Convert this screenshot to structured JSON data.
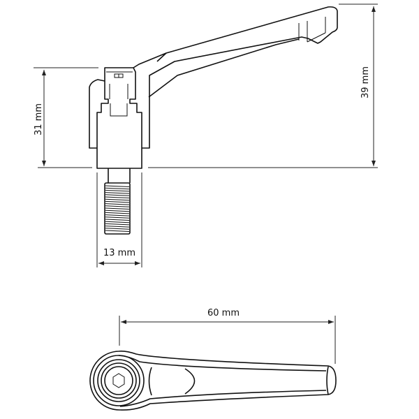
{
  "dimensions": {
    "height_total": "39 mm",
    "height_body": "31 mm",
    "base_width": "13 mm",
    "lever_length": "60 mm"
  },
  "colors": {
    "line": "#111111",
    "background": "#ffffff"
  }
}
